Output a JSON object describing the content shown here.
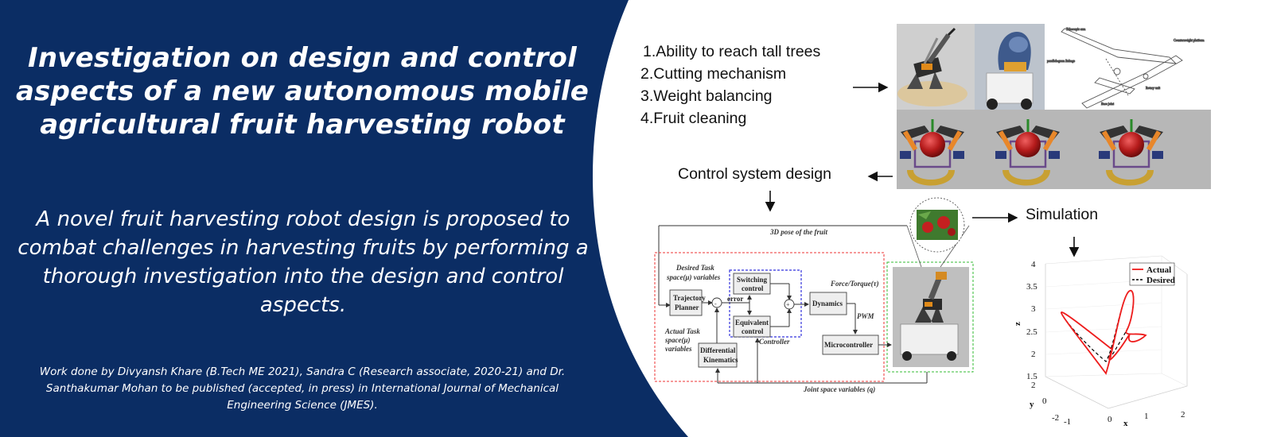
{
  "left_panel": {
    "title": "Investigation on design and control aspects of a new autonomous mobile agricultural fruit harvesting robot",
    "subtitle": "A novel fruit harvesting robot design is proposed to combat challenges in harvesting fruits by performing a thorough investigation into the design and control aspects.",
    "credit": "Work done by Divyansh Khare (B.Tech ME 2021), Sandra C (Research associate, 2020-21) and Dr. Santhakumar Mohan to be published (accepted, in press) in International Journal of Mechanical Engineering Science (JMES).",
    "background_color": "#0b2d64"
  },
  "features": [
    {
      "num": "1.",
      "text": "Ability to reach tall trees"
    },
    {
      "num": "2.",
      "text": "Cutting mechanism"
    },
    {
      "num": "3.",
      "text": "Weight balancing"
    },
    {
      "num": "4.",
      "text": "Fruit cleaning"
    }
  ],
  "labels": {
    "control_system_design": "Control system design",
    "simulation": "Simulation"
  },
  "block_diagram": {
    "pose": "3D pose of the fruit",
    "desired": [
      "Desired Task",
      "space(μ) variables"
    ],
    "actual": [
      "Actual Task",
      "space(μ)",
      "variables"
    ],
    "trajectory": [
      "Trajectory",
      "Planner"
    ],
    "error": "error",
    "switching": [
      "Switching",
      "control"
    ],
    "equivalent": [
      "Equivalent",
      "control"
    ],
    "controller": "Controller",
    "dynamics": "Dynamics",
    "force": "Force/Torque(τ)",
    "pwm": "PWM",
    "microcontroller": "Microcontroller",
    "differential": [
      "Differential",
      "Kinematics"
    ],
    "joint": "Joint space variables (q)"
  },
  "plot": {
    "legend_actual": "Actual",
    "legend_desired": "Desired",
    "z_label": "z",
    "y_label": "y",
    "x_label": "x",
    "z_ticks": [
      "4",
      "3.5",
      "3",
      "2.5",
      "2",
      "1.5"
    ],
    "y_ticks": [
      "2",
      "0",
      "-2"
    ],
    "x_ticks": [
      "-1",
      "0",
      "1",
      "2"
    ],
    "actual_color": "#ee1c1c",
    "desired_color": "#000000"
  }
}
